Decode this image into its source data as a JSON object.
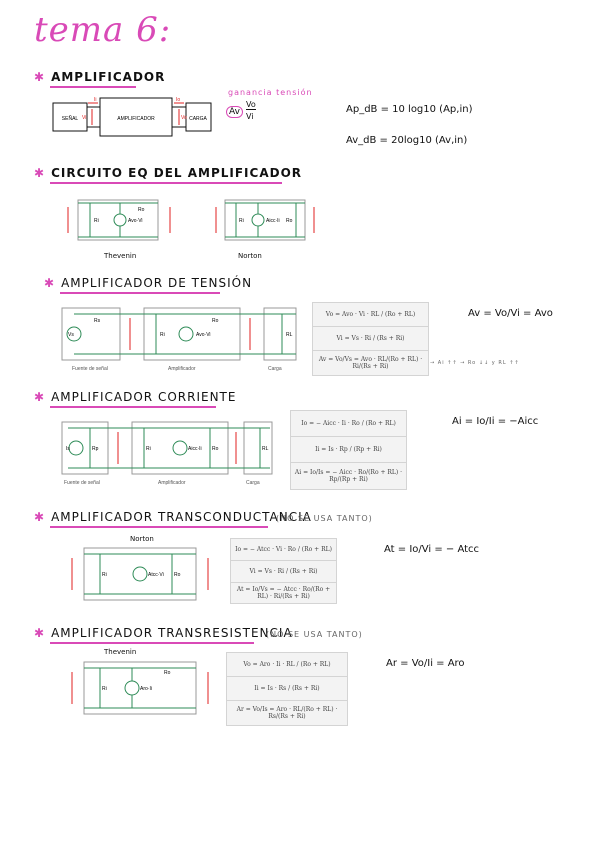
{
  "title": "tema 6:",
  "sec_amp": {
    "heading": "AMPLIFICADOR",
    "block_signal": "SEÑAL",
    "block_amp": "AMPLIFICADOR",
    "block_load": "CARGA",
    "i_in": "Ii",
    "i_out": "Io",
    "v_in": "Vi",
    "v_out": "Vo",
    "gain_note": "ganancia tensión",
    "gain_formula_lhs": "Av",
    "gain_num": "Vo",
    "gain_den": "Vi",
    "ap_db": "Ap_dB = 10 log10 (Ap,in)",
    "av_db": "Av_dB = 20log10 (Av,in)"
  },
  "sec_circ": {
    "heading": "CIRCUITO EQ DEL AMPLIFICADOR",
    "thevenin_label": "Thevenin",
    "norton_label": "Norton",
    "th_src": "Avo·Vi",
    "no_src": "Aicc·Ii",
    "ri": "Ri",
    "ro": "Ro"
  },
  "sec_vt": {
    "heading": "AMPLIFICADOR DE TENSIÓN",
    "cap_src": "Fuente de señal",
    "cap_amp": "Amplificador",
    "cap_load": "Carga",
    "vs": "Vs",
    "rs": "Rs",
    "ri": "Ri",
    "ro": "Ro",
    "src": "Avo·Vi",
    "rl": "RL",
    "eq1": "Vo = Avo · Vi · RL / (Ro + RL)",
    "eq2": "Vi = Vs · Ri / (Rs + Ri)",
    "eq3": "Av = Vo/Vs = Avo · RL/(Ro + RL) · Ri/(Rs + Ri)",
    "arrow_note": "→ Ai ↑↑ → Ro ↓↓ y RL ↑↑",
    "result": "Av = Vo/Vi = Avo"
  },
  "sec_it": {
    "heading": "AMPLIFICADOR CORRIENTE",
    "cap_src": "Fuente de señal",
    "cap_amp": "Amplificador",
    "cap_load": "Carga",
    "is": "Is",
    "rp": "Rp",
    "ri": "Ri",
    "src": "Aicc·Ii",
    "ro": "Ro",
    "rl": "RL",
    "eq1": "Io = − Aicc · Ii · Ro / (Ro + RL)",
    "eq2": "Ii = Is · Rp / (Rp + Ri)",
    "eq3": "Ai = Io/Is = − Aicc · Ro/(Ro + RL) · Rp/(Rp + Ri)",
    "result": "Ai = Io/Ii = −Aicc"
  },
  "sec_tc": {
    "heading": "AMPLIFICADOR TRANSCONDUCTANCIA",
    "note": "(NO SE USA TANTO)",
    "norton_label": "Norton",
    "src": "Atcc·Vi",
    "ri": "Ri",
    "ro": "Ro",
    "eq1": "Io = − Atcc · Vi · Ro / (Ro + RL)",
    "eq2": "Vi = Vs · Ri / (Rs + Ri)",
    "eq3": "At = Io/Vs = − Atcc · Ro/(Ro + RL) · Ri/(Rs + Ri)",
    "result": "At = Io/Vi = − Atcc"
  },
  "sec_tr": {
    "heading": "AMPLIFICADOR TRANSRESISTENCIA",
    "note": "(NO SE USA TANTO)",
    "thevenin_label": "Thevenin",
    "src": "Aro·Ii",
    "ri": "Ri",
    "ro": "Ro",
    "eq1": "Vo = Aro · Ii · RL / (Ro + RL)",
    "eq2": "Ii = Is · Rs / (Rs + Ri)",
    "eq3": "Ar = Vo/Is = Aro · RL/(Ro + RL) · Rs/(Rs + Ri)",
    "result": "Ar = Vo/Ii = Aro"
  },
  "colors": {
    "accent": "#d94ab7",
    "wire": "#2e8b57",
    "arrow": "#e02020",
    "node": "#7a2bbf"
  }
}
